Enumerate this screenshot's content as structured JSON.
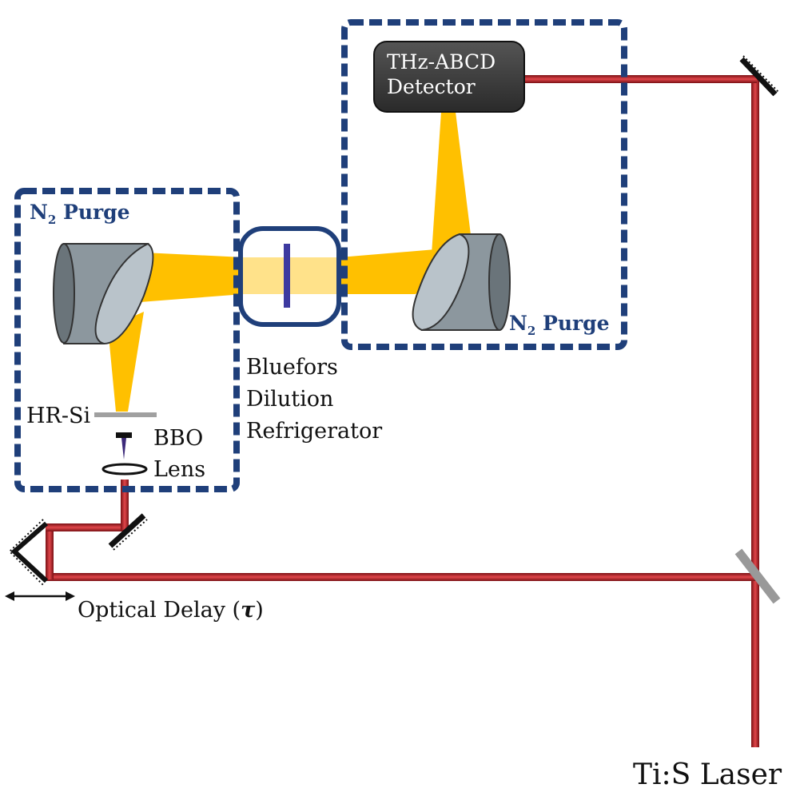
{
  "labels": {
    "detector_line1": "THz-ABCD",
    "detector_line2": "Detector",
    "purge_left_prefix": "N",
    "purge_left_sub": "2",
    "purge_left_word": "Purge",
    "purge_right_prefix": "N",
    "purge_right_sub": "2",
    "purge_right_word": "Purge",
    "cryo_line1": "Bluefors",
    "cryo_line2": "Dilution",
    "cryo_line3": "Refrigerator",
    "hr_si": "HR-Si",
    "bbo": "BBO",
    "lens": "Lens",
    "delay_text": "Optical Delay (",
    "delay_symbol": "τ",
    "delay_close": ")",
    "laser": "Ti:S Laser"
  },
  "colors": {
    "laser_beam": "#b01e23",
    "thz_beam": "#ffc000",
    "purge_box": "#1f3f7a",
    "cryostat_border": "#1f3f7a",
    "sample": "#3d3aa0",
    "detector_fill": "#3a3a3a",
    "mirror_body": "#9aa5ad",
    "beam_splitter": "#999999"
  }
}
